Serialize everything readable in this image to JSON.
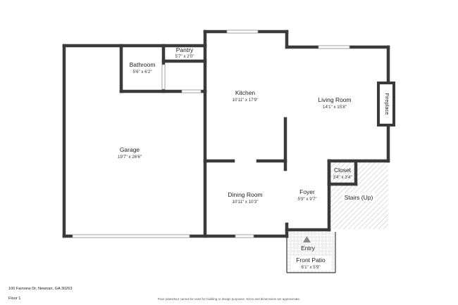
{
  "rooms": {
    "garage": {
      "name": "Garage",
      "dim": "19'7\" x 26'6\""
    },
    "bathroom": {
      "name": "Bathroom",
      "dim": "5'6\" x 6'2\""
    },
    "pantry": {
      "name": "Pantry",
      "dim": "5'7\" x 2'0\""
    },
    "kitchen": {
      "name": "Kitchen",
      "dim": "10'11\" x 17'9\""
    },
    "living_room": {
      "name": "Living Room",
      "dim": "14'1\" x 15'8\""
    },
    "dining_room": {
      "name": "Dining Room",
      "dim": "10'11\" x 10'3\""
    },
    "foyer": {
      "name": "Foyer",
      "dim": "5'9\" x 9'7\""
    },
    "closet": {
      "name": "Closet",
      "dim": "3'4\" x 3'4\""
    },
    "stairs": {
      "name": "Stairs (Up)"
    },
    "entry": {
      "name": "Entry"
    },
    "front_patio": {
      "name": "Front Patio",
      "dim": "6'1\" x 5'9\""
    },
    "fireplace": {
      "name": "Fireplace"
    }
  },
  "footer": {
    "address": "100 Fairview Dr, Newnan, GA 30263",
    "floor": "Floor 1",
    "disclaimer": "Floor plans/tour cannot be used for building or design purposes. Sizes and dimensions are approximate."
  }
}
